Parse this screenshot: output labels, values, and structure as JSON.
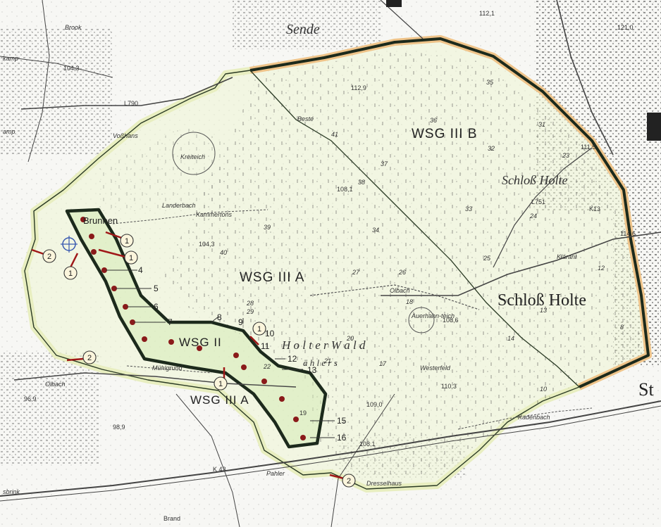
{
  "zones": {
    "wsg_iiib": "WSG  III B",
    "wsg_iiia_main": "WSG  III A",
    "wsg_ii": "WSG II",
    "wsg_iiia_south": "WSG III A"
  },
  "places": {
    "sende": "Sende",
    "schloss_holte_top": "Schloß Holte",
    "schloss_holte_main": "Schloß Holte",
    "st": "St",
    "brunnen": "Brunnen",
    "brook": "Brook",
    "kamp": "kamp",
    "amp": "amp",
    "vosshans": "Voßhans",
    "kreiteich": "Kreiteich",
    "landerbach": "Landerbach",
    "kammertons": "Kammertons",
    "olbach_east": "Olbach",
    "olbach_west": "Olbach",
    "auerhahnteich": "Auerhahn-teich",
    "westerfeld": "Westerfeld",
    "kadenbach": "Kadenbach",
    "muehlgrund": "Mühlgrund",
    "pahler": "Pahler",
    "dresselhaus": "Dresselhaus",
    "brand": "Brand",
    "sbrink": "sbrink",
    "klaeranl": "Kläranl",
    "beste": "Beste",
    "holter_wald": "H o l t e r   W a l d",
    "aehlers": "ä h l e r s"
  },
  "roads": {
    "k43": "K 43",
    "l790": "L790",
    "l751": "L751",
    "k13": "K13"
  },
  "elevations": [
    "104,3",
    "112,9",
    "108,1",
    "104,3",
    "108,6",
    "110,3",
    "109,0",
    "108,1",
    "114,6",
    "96,9",
    "98,9",
    "112,1",
    "121,0",
    "111,5"
  ],
  "well_numbers": [
    "4",
    "5",
    "6",
    "7",
    "8",
    "9",
    "10",
    "11",
    "12",
    "13",
    "15",
    "16",
    "19"
  ],
  "forest_numbers": [
    "33",
    "34",
    "35",
    "36",
    "37",
    "38",
    "39",
    "40",
    "41",
    "32",
    "31",
    "23",
    "24",
    "25",
    "26",
    "27",
    "28",
    "29",
    "20",
    "21",
    "22",
    "14",
    "13",
    "12",
    "10",
    "8",
    "18",
    "17"
  ],
  "markers": {
    "m1": "1",
    "m2": "1",
    "m3": "1",
    "m4": "1",
    "m5": "1",
    "m6": "2",
    "m7": "2",
    "m8": "2"
  },
  "colors": {
    "boundary_dark": "#1c2a1c",
    "boundary_green_fill": "#e8f2c8",
    "boundary_orange_edge": "#f0b87a",
    "well_red": "#8a1a1a",
    "marker_fill": "#fbf5dc"
  }
}
